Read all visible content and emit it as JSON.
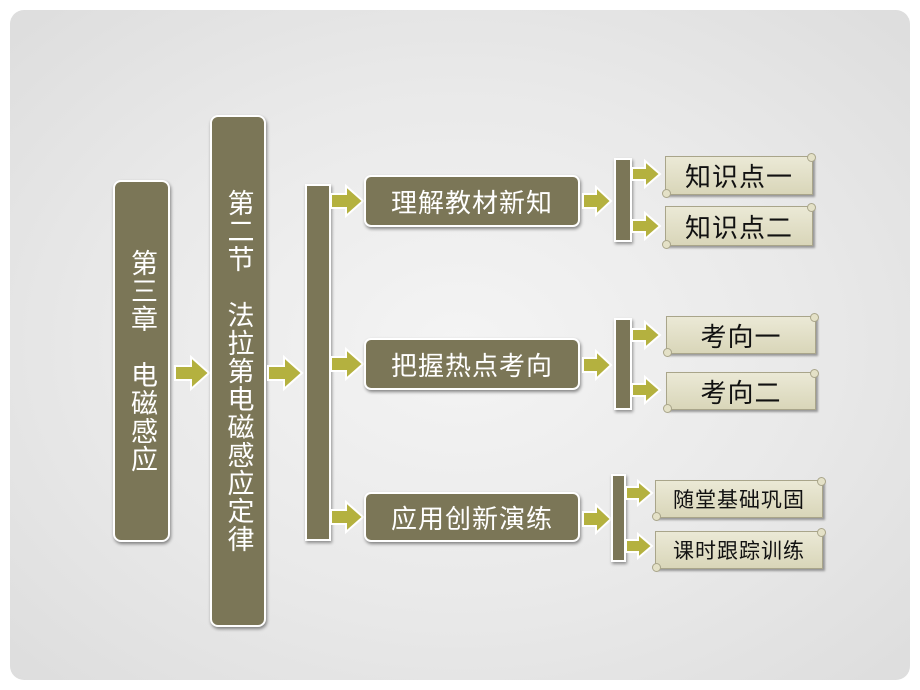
{
  "colors": {
    "box": "#7b7657",
    "arrow": "#b4b13f",
    "scroll": "#e2dfc6"
  },
  "chapter": "第三章　电磁感应",
  "section": "第二节　法拉第电磁感应定律",
  "branches": [
    {
      "label": "理解教材新知",
      "items": [
        "知识点一",
        "知识点二"
      ]
    },
    {
      "label": "把握热点考向",
      "items": [
        "考向一",
        "考向二"
      ]
    },
    {
      "label": "应用创新演练",
      "items": [
        "随堂基础巩固",
        "课时跟踪训练"
      ]
    }
  ]
}
